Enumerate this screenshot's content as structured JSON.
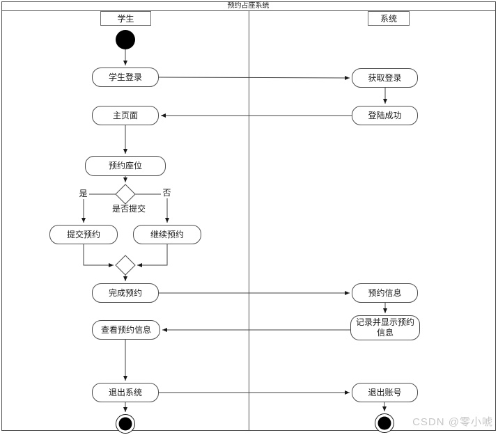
{
  "diagram": {
    "title": "预约占座系统",
    "lanes": {
      "student": {
        "label": "学生"
      },
      "system": {
        "label": "系统"
      }
    },
    "nodes": {
      "student_login": {
        "label": "学生登录"
      },
      "get_login": {
        "label": "获取登录"
      },
      "main_page": {
        "label": "主页面"
      },
      "login_success": {
        "label": "登陆成功"
      },
      "reserve_seat": {
        "label": "预约座位"
      },
      "submit_reservation": {
        "label": "提交预约"
      },
      "continue_reservation": {
        "label": "继续预约"
      },
      "complete_reservation": {
        "label": "完成预约"
      },
      "reservation_info": {
        "label": "预约信息"
      },
      "record_display_info": {
        "label": "记录并显示预约信息"
      },
      "view_reservation_info": {
        "label": "查看预约信息"
      },
      "exit_system": {
        "label": "退出系统"
      },
      "exit_account": {
        "label": "退出账号"
      }
    },
    "decision": {
      "question": "是否提交",
      "yes": "是",
      "no": "否"
    },
    "colors": {
      "line": "#404040",
      "box_border": "#4d4d4d",
      "box_fill": "#ffffff",
      "node_fill": "#000000"
    }
  },
  "watermark": {
    "text": "CSDN @零小唬",
    "color": "#c6c6c6"
  }
}
